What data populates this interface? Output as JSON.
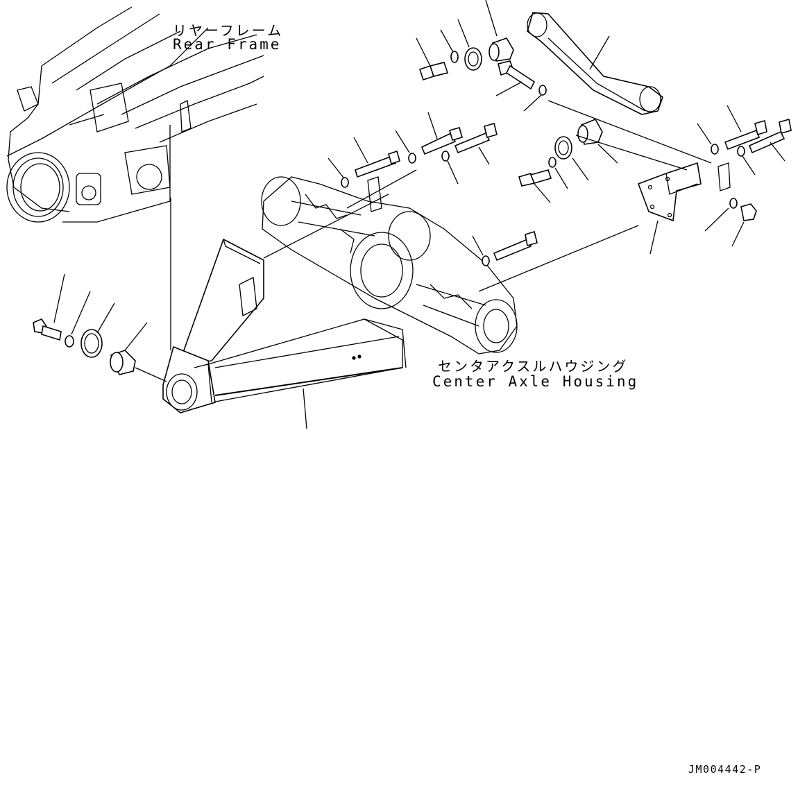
{
  "labels": {
    "rear_frame_jp": "リヤーフレーム",
    "rear_frame_en": "Rear Frame",
    "axle_jp": "センタアクスルハウジング",
    "axle_en": "Center Axle Housing",
    "drawing_code": "JM004442-P"
  }
}
